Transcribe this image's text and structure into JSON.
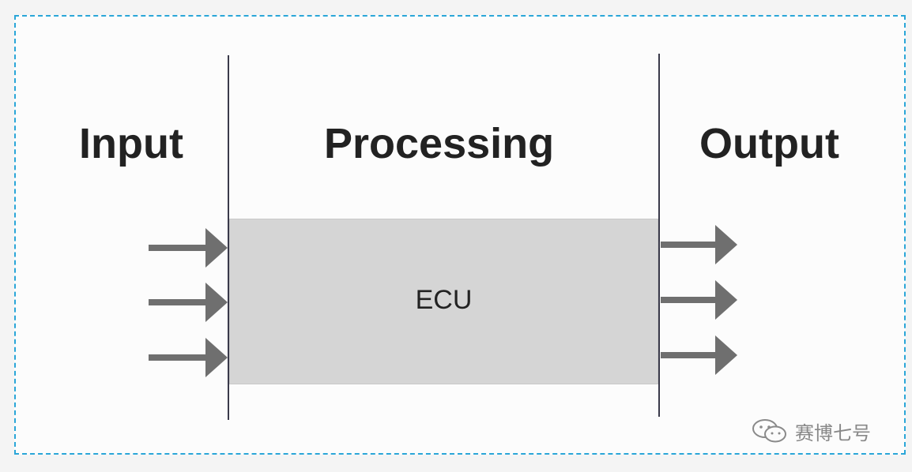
{
  "sections": {
    "input_label": "Input",
    "processing_label": "Processing",
    "output_label": "Output"
  },
  "ecu": {
    "label": "ECU"
  },
  "flows": {
    "input_arrow_count": 3,
    "output_arrow_count": 3
  },
  "watermark": {
    "text": "赛博七号",
    "icon": "wechat-icon"
  },
  "colors": {
    "frame_border": "#2aa6d8",
    "ecu_fill": "#d5d5d5",
    "arrow": "#6f6f6f",
    "divider": "#3a3a4a",
    "heading_text": "#222222"
  }
}
